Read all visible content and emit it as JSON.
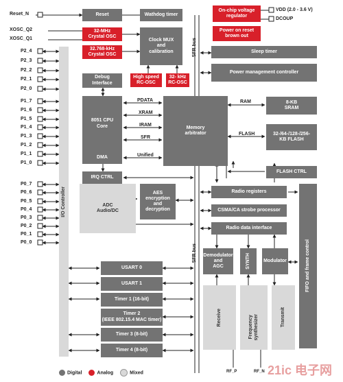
{
  "pins_top": {
    "reset": "Reset_N",
    "xosc_q2": "XOSC_Q2",
    "xosc_q1": "XOSC_Q1"
  },
  "port2": [
    "P2_4",
    "P2_3",
    "P2_2",
    "P2_1",
    "P2_0"
  ],
  "port1": [
    "P1_7",
    "P1_6",
    "P1_5",
    "P1_4",
    "P1_3",
    "P1_2",
    "P1_1",
    "P1_0"
  ],
  "port0": [
    "P0_7",
    "P0_6",
    "P0_5",
    "P0_4",
    "P0_3",
    "P0_2",
    "P0_1",
    "P0_0"
  ],
  "blocks": {
    "reset": "Reset",
    "watchdog": "Wathdog timer",
    "osc32m": "32-MHz\nCrystal OSC",
    "osc32k": "32.768-kHz\nCrystal OSC",
    "clock_mux": "Clock MUX\nand\ncalibration",
    "hs_rcosc": "High speed\nRC-OSC",
    "rc32k": "32- kHz\nRC-OSC",
    "vreg": "On-chip voltage\nregulator",
    "vdd": "VDD (2.0 - 3.6 V)",
    "dcoup": "DCOUP",
    "por": "Power on reset\nbrown out",
    "sleep": "Sleep timer",
    "pmc": "Power management controller",
    "debug": "Debug\nInterface",
    "cpu": "8051 CPU\nCore",
    "pdata": "PDATA",
    "xram": "XRAM",
    "iram": "IRAM",
    "sfr": "SFR",
    "mem_arb": "Memory\narbitrator",
    "ram_lbl": "RAM",
    "sram": "8-KB\nSRAM",
    "flash_lbl": "FLASH",
    "flash": "32-/64-/128-/256-\nKB FLASH",
    "dma": "DMA",
    "unified": "Unified",
    "flash_ctrl": "FLASH CTRL",
    "irq": "IRQ CTRL",
    "aes": "AES\nencryption\nand\ndecryption",
    "adc": "ADC\nAudio/DC",
    "io_ctrl": "I/O Controller",
    "radio_reg": "Radio registers",
    "csma": "CSMA/CA strobe processor",
    "radio_di": "Radio data interface",
    "demod": "Demodulator\nand\nAGC",
    "synth": "SYNTH",
    "modulator": "Modulator",
    "fifo": "FIFO and frame control",
    "receive": "Receive",
    "freq_synth": "Frequency\nsynthesizer",
    "transmit": "Transmit",
    "usart0": "USART 0",
    "usart1": "USART 1",
    "timer1": "Timer 1 (16-bit)",
    "timer2": "Timer 2\n(IEEE 802.15.4 MAC timer)",
    "timer3": "Timer 3 (8-bit)",
    "timer4": "Timer 4 (8-bit)",
    "sfr_bus": "SFR bus",
    "rf_p": "RF_P",
    "rf_n": "RF_N"
  },
  "legend": {
    "digital": "Digital",
    "analog": "Analog",
    "mixed": "Mixed"
  },
  "colors": {
    "digital": "#737373",
    "analog": "#d8202a",
    "mixed": "#d9d9d9"
  },
  "watermark": "21ic 电子网"
}
